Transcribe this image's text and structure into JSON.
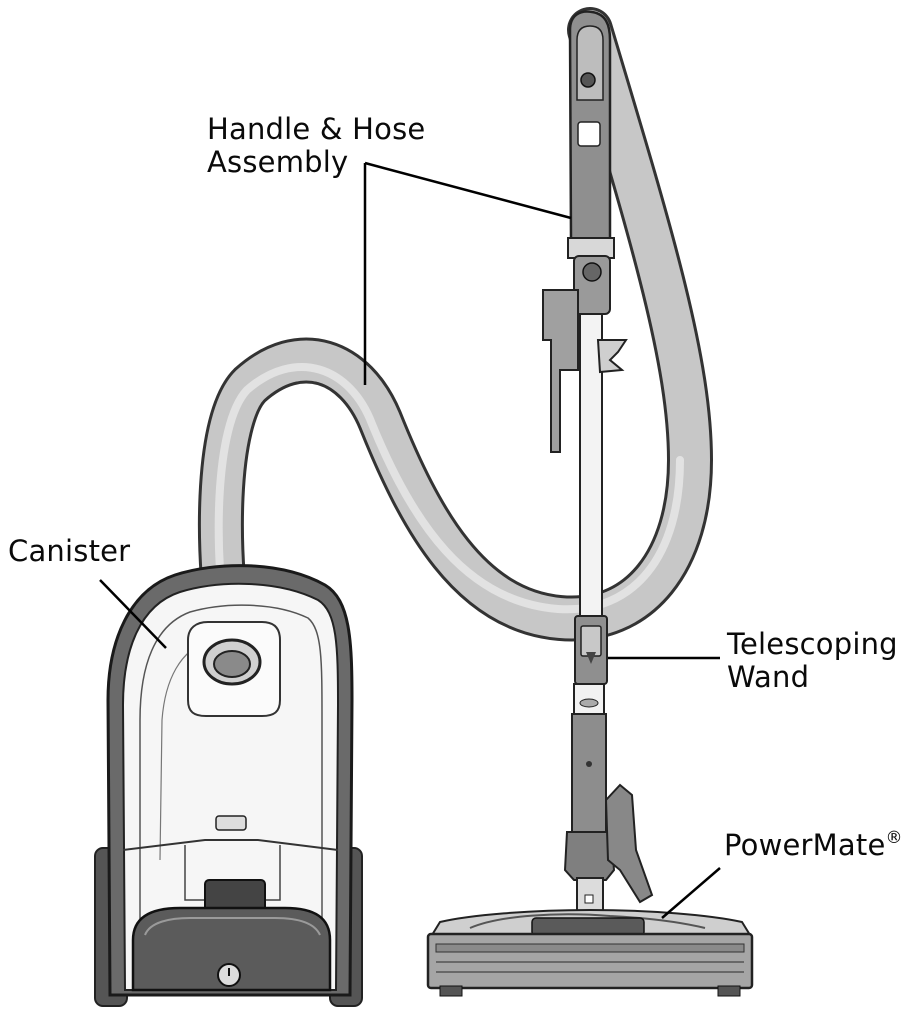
{
  "labels": {
    "handle_hose_line1": "Handle & Hose",
    "handle_hose_line2": "Assembly",
    "canister": "Canister",
    "telescoping_line1": "Telescoping",
    "telescoping_line2": "Wand",
    "powermate": "PowerMate",
    "powermate_mark": "®"
  }
}
